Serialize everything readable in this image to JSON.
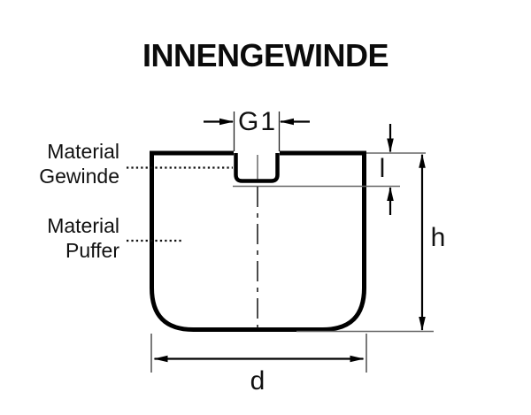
{
  "title": "INNENGEWINDE",
  "diagram": {
    "dimensions": {
      "thread": "G1",
      "thread_depth": "l",
      "height": "h",
      "diameter": "d"
    },
    "materials": {
      "gewinde": {
        "line1": "Material",
        "line2": "Gewinde"
      },
      "puffer": {
        "line1": "Material",
        "line2": "Puffer"
      }
    },
    "colors": {
      "background": "#ffffff",
      "outline": "#000000",
      "text": "#111111",
      "thin_line": "#666666"
    }
  }
}
